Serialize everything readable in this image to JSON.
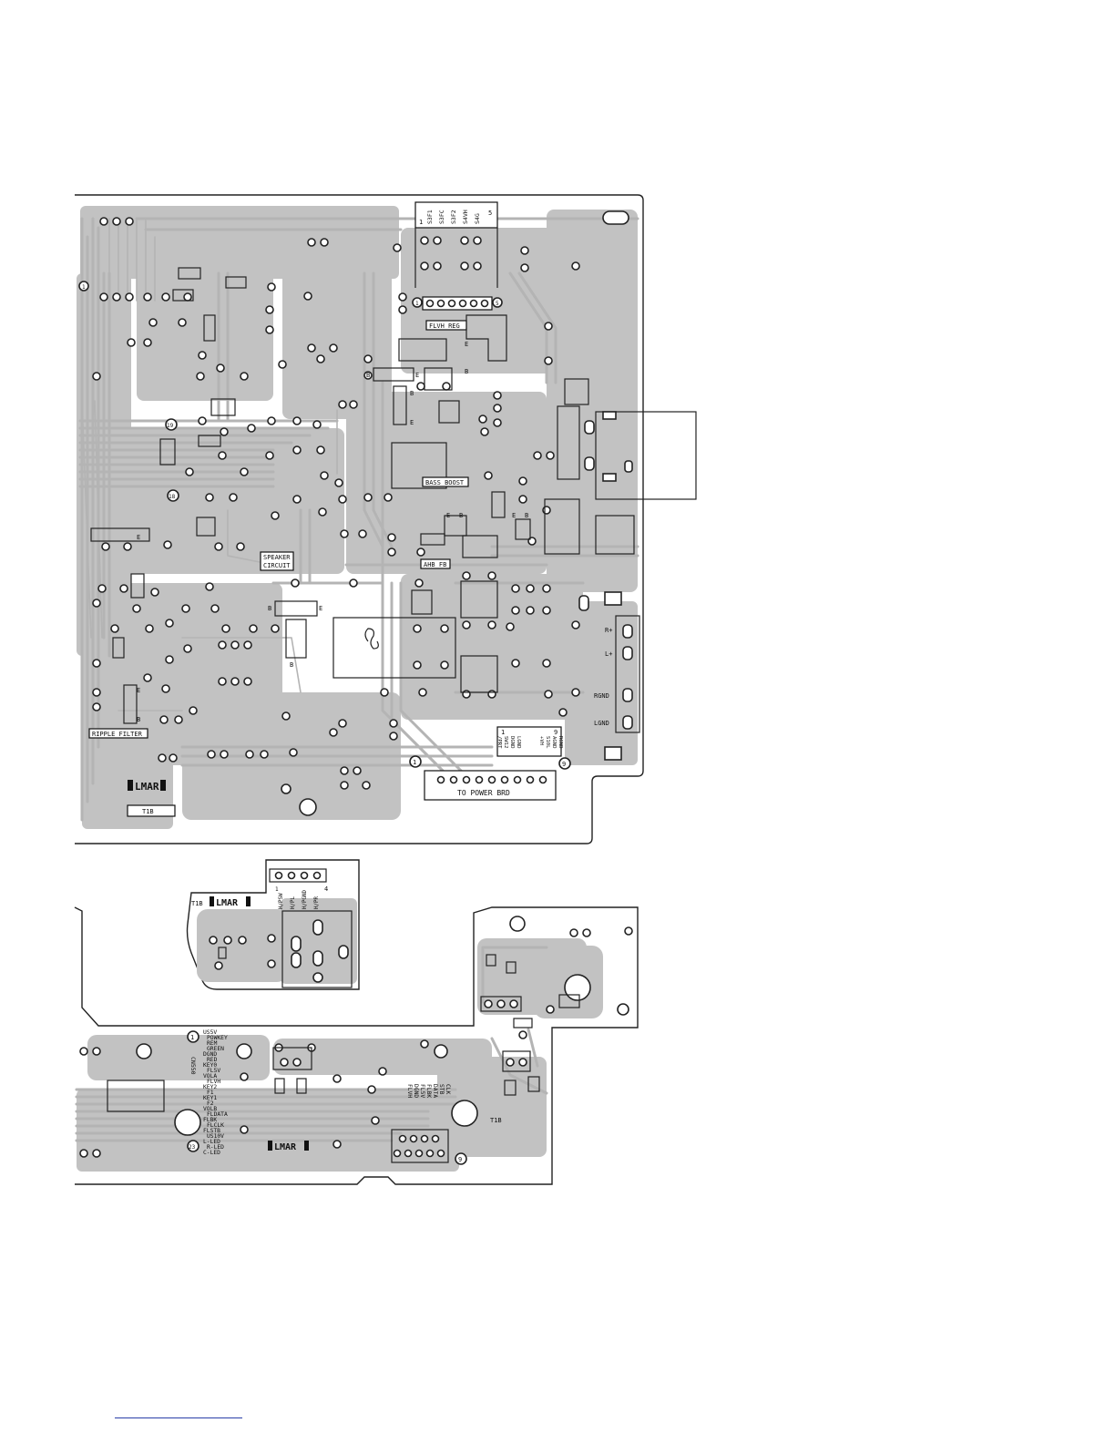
{
  "main_board": {
    "connector_top_pins": [
      "1",
      "5"
    ],
    "connector_top_signals": [
      "S3F1",
      "S3FC",
      "S3F2",
      "S4VH",
      "S4G"
    ],
    "marker_1": "1",
    "marker_5": "5",
    "marker_19": "19",
    "marker_18": "18",
    "flvh_reg": "FLVH REG",
    "bass_boost": "BASS BOOST",
    "ahb_fb": "AHB FB",
    "speaker_circuit_line1": "SPEAKER",
    "speaker_circuit_line2": "CIRCUIT",
    "ripple_filter": "RIPPLE FILTER",
    "speaker_outputs": [
      "R+",
      "L+",
      "RGND",
      "LGND"
    ],
    "power_conn_pins": [
      "1",
      "9"
    ],
    "power_conn_signals": [
      "RGND",
      "AGND",
      "S10L",
      "+VH",
      "LGND",
      "DGND",
      "SW12",
      "/PRT"
    ],
    "power_marker_1": "1",
    "power_marker_9": "9",
    "to_power_brd": "TO POWER BRD",
    "logo": "LMAR",
    "board_code": "T1B",
    "tr_labels": [
      "B",
      "E",
      "B",
      "E",
      "B",
      "E",
      "E",
      "B",
      "E",
      "B",
      "E",
      "B",
      "E",
      "B",
      "B",
      "E"
    ]
  },
  "small_board": {
    "board_code": "T1B",
    "logo": "LMAR",
    "conn_pin_first": "1",
    "conn_pin_last": "4",
    "conn_signals": [
      "H/PSW",
      "H/PL",
      "H/PGND",
      "H/PR"
    ]
  },
  "front_board": {
    "marker_1": "1",
    "marker_23": "23",
    "marker_9": "9",
    "connector_name": "CN550",
    "left_signals": [
      "US5V",
      "POWKEY",
      "REM",
      "GREEN",
      "DGND",
      "RED",
      "KEY0",
      "FL5V",
      "VOLA",
      "FLVH",
      "KEY2",
      "F1",
      "KEY1",
      "F2",
      "VOLB",
      "FLDATA",
      "FLBK",
      "FLCLK",
      "FLSTB",
      "US10V",
      "L-LED",
      "R-LED",
      "C-LED"
    ],
    "right_signals": [
      "CLK",
      "STB",
      "DATA",
      "FLBK",
      "FL5V",
      "DGND",
      "FLVH"
    ],
    "board_code": "T1B",
    "logo": "LMAR"
  }
}
